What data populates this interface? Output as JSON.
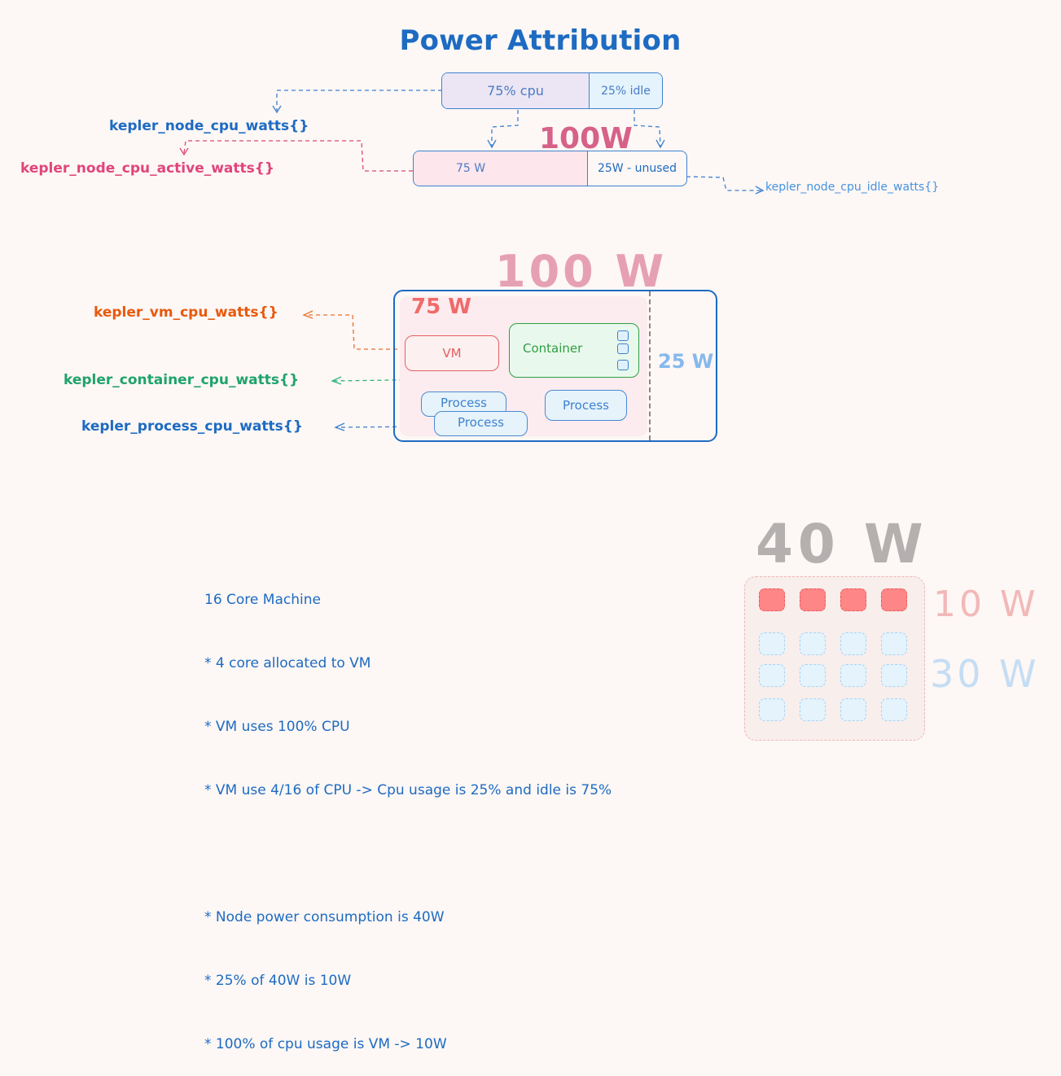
{
  "title": "Power Attribution",
  "node_section": {
    "usage_bar": {
      "cpu_label": "75% cpu",
      "idle_label": "25% idle"
    },
    "total_label": "100W",
    "power_bar": {
      "active_label": "75 W",
      "idle_label": "25W - unused"
    },
    "metrics": {
      "node_cpu": "kepler_node_cpu_watts{}",
      "node_active": "kepler_node_cpu_active_watts{}",
      "node_idle": "kepler_node_cpu_idle_watts{}"
    }
  },
  "workload_section": {
    "total_label": "100 W",
    "active_label": "75 W",
    "idle_label": "25 W",
    "boxes": {
      "vm": "VM",
      "container": "Container",
      "process_1": "Process",
      "process_2": "Process",
      "process_3": "Process"
    },
    "metrics": {
      "vm": "kepler_vm_cpu_watts{}",
      "container": "kepler_container_cpu_watts{}",
      "process": "kepler_process_cpu_watts{}"
    }
  },
  "notes": {
    "lines": [
      "16 Core Machine",
      "* 4 core allocated to VM",
      "* VM uses 100% CPU",
      "* VM use 4/16 of CPU -> Cpu usage is 25% and idle is 75%",
      "",
      "* Node power consumption is 40W",
      "* 25% of 40W is 10W",
      "* 100% of cpu usage is VM -> 10W"
    ]
  },
  "core_grid": {
    "total_label": "40 W",
    "active_label": "10 W",
    "idle_label": "30 W",
    "active_cores": 4,
    "idle_cores": 12
  },
  "colors": {
    "blue": "#1d6bc2",
    "pink": "#e0457b",
    "orange": "#e8590c",
    "green": "#1fa36a",
    "light_blue": "#4dabf7"
  }
}
